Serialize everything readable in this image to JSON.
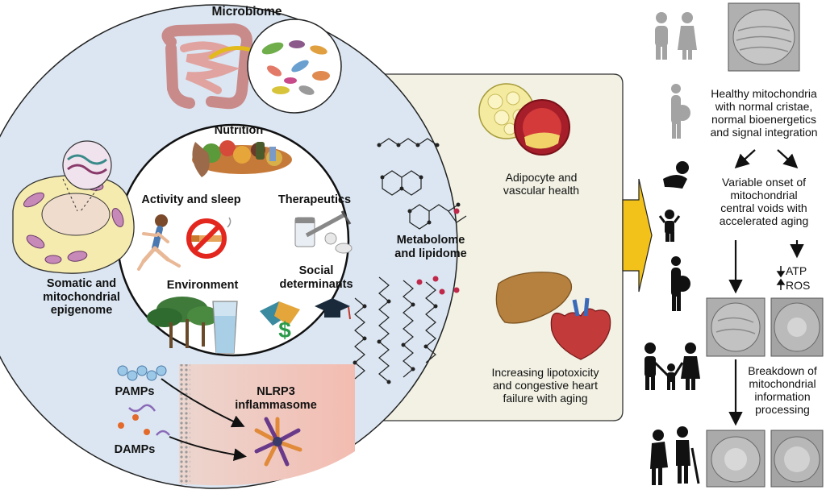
{
  "left_circle": {
    "microbiome": "Microbiome",
    "epigenome": [
      "Somatic and",
      "mitochondrial",
      "epigenome"
    ],
    "pamps": "PAMPs",
    "damps": "DAMPs",
    "nlrp3": [
      "NLRP3",
      "inflammasome"
    ],
    "metabolome": [
      "Metabolome",
      "and lipidome"
    ]
  },
  "inner_circle": {
    "nutrition": "Nutrition",
    "activity": "Activity and sleep",
    "therapeutics": "Therapeutics",
    "environment": "Environment",
    "social": [
      "Social",
      "determinants"
    ],
    "dollar": "$"
  },
  "outcomes_panel": {
    "adipocyte": [
      "Adipocyte and",
      "vascular health"
    ],
    "lipotoxicity": [
      "Increasing lipotoxicity",
      "and congestive heart",
      "failure with aging"
    ]
  },
  "right_column": {
    "healthy": [
      "Healthy mitochondria",
      "with normal cristae,",
      "normal bioenergetics",
      "and signal integration"
    ],
    "variable": [
      "Variable onset of",
      "mitochondrial",
      "central voids with",
      "accelerated aging"
    ],
    "atp": "ATP",
    "ros": "ROS",
    "breakdown": [
      "Breakdown of",
      "mitochondrial",
      "information",
      "processing"
    ]
  },
  "colors": {
    "circle_fill": "#dbe6f2",
    "panel_fill": "#f2f1e4",
    "arrow_yellow": "#f2c21a",
    "inflammasome_pink": "#f2c8bf",
    "cell_fill": "#f5ebae",
    "person_grey": "#a3a3a3"
  }
}
